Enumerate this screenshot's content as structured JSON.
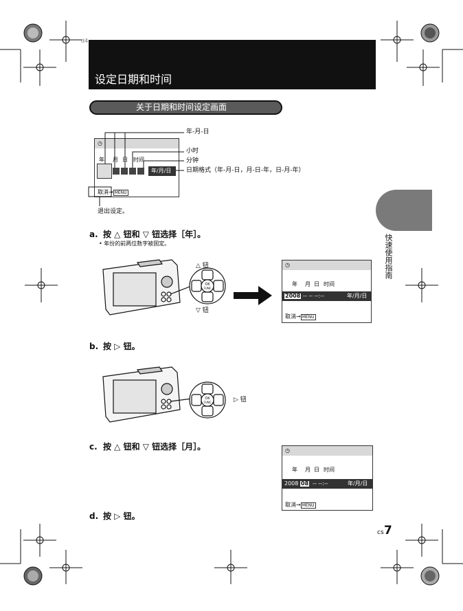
{
  "page": {
    "folio": "d4",
    "lang_code": "cs",
    "page_number": "7"
  },
  "header": {
    "title": "设定日期和时间"
  },
  "section": {
    "title": "关于日期和时间设定画面"
  },
  "side_tab": {
    "label": "快速使用指南"
  },
  "diagram": {
    "callouts": {
      "ymd": "年-月-日",
      "hour": "小时",
      "minute": "分钟",
      "date_format": "日期格式（年-月-日，月-日-年，日-月-年）",
      "exit": "退出设定。"
    },
    "screen": {
      "col_year": "年",
      "col_month": "月",
      "col_day": "日",
      "col_time": "时间",
      "format_value": "年/月/日",
      "cancel": "取消→",
      "menu": "MENU"
    }
  },
  "steps": {
    "a": {
      "letter": "a.",
      "text": "按 △ 钮和 ▽ 钮选择［年］。",
      "note": "• 年份的前两位数字被固定。"
    },
    "b": {
      "letter": "b.",
      "text": "按 ▷ 钮。"
    },
    "c": {
      "letter": "c.",
      "text": "按 △ 钮和 ▽ 钮选择［月］。"
    },
    "d": {
      "letter": "d.",
      "text": "按 ▷ 钮。"
    }
  },
  "button_labels": {
    "up": "△ 钮",
    "down": "▽ 钮",
    "right": "▷ 钮",
    "ok": "OK",
    "func": "FUNC"
  },
  "screen_a": {
    "col_year": "年",
    "col_month": "月",
    "col_day": "日",
    "col_time": "时间",
    "year_value": "2008",
    "rest": "-- -- --:--",
    "format": "年/月/日",
    "cancel": "取消→",
    "menu": "MENU"
  },
  "screen_c": {
    "col_year": "年",
    "col_month": "月",
    "col_day": "日",
    "col_time": "时间",
    "year_value": "2008",
    "month_value": "08",
    "rest": "-- --:--",
    "format": "年/月/日",
    "cancel": "取消→",
    "menu": "MENU"
  }
}
